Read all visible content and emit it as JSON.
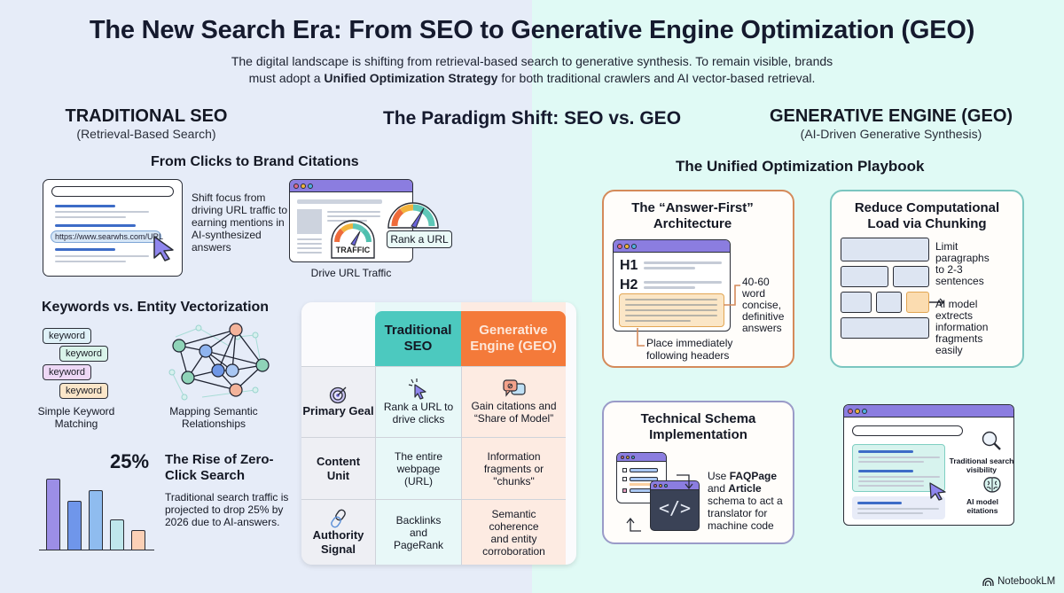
{
  "header": {
    "title": "The New Search Era: From SEO to Generative Engine Optimization (GEO)",
    "subtitle_part1": "The digital landscape is shifting from retrieval-based search to generative synthesis. To remain visible, brands must adopt a ",
    "subtitle_bold": "Unified Optimization Strategy",
    "subtitle_part2": " for both traditional crawlers and AI vector-based retrieval."
  },
  "colors": {
    "left_bg": "#e6ecf8",
    "right_bg": "#e0faf5",
    "teal": "#4cc9bf",
    "orange": "#f47a3a",
    "purple_bar": "#8b7de0",
    "dark_text": "#151a2e"
  },
  "left_column": {
    "heading": "TRADITIONAL SEO",
    "subheading": "(Retrieval-Based Search)"
  },
  "center_column": {
    "heading": "The Paradigm Shift: SEO vs. GEO"
  },
  "right_column": {
    "heading": "GENERATIVE ENGINE (GEO)",
    "subheading": "(AI-Driven Generative Synthesis)"
  },
  "clicks_section": {
    "title": "From Clicks to Brand Citations",
    "url_text": "https://www.searwhs.com/URL",
    "description": "Shift focus from driving URL traffic to earning mentions in AI-synthesized answers",
    "gauge_label": "TRAFFIC",
    "rank_label": "Rank a URL",
    "caption": "Drive URL Traffic"
  },
  "keywords_section": {
    "title": "Keywords vs. Entity Vectorization",
    "keywords": [
      "keyword",
      "keyword",
      "keyword",
      "keyword"
    ],
    "left_caption": "Simple Keyword Matching",
    "right_caption": "Mapping Semantic Relationships"
  },
  "zero_click": {
    "stat": "25%",
    "title": "The Rise of Zero-Click Search",
    "description": "Traditional search traffic is projected to drop 25% by 2026 due to AI-answers."
  },
  "comparison_table": {
    "columns": [
      "Traditional SEO",
      "Generative Engine (GEO)"
    ],
    "rows": [
      {
        "label": "Primary Geal",
        "icon": "target-icon",
        "seo": "Rank a URL to drive clicks",
        "geo": "Gain citations and “Share of Model”"
      },
      {
        "label": "Content Unit",
        "icon": "",
        "seo": "The entire webpage (URL)",
        "geo": "Information fragments or \"chunks\""
      },
      {
        "label": "Authority Signal",
        "icon": "link-icon",
        "seo": "Backlinks and PageRank",
        "geo": "Semantic coherence and entity corroboration"
      }
    ]
  },
  "playbook": {
    "title": "The Unified Optimization Playbook",
    "answer_first": {
      "title": "The “Answer-First” Architecture",
      "h1": "H1",
      "h2": "H2",
      "callout_right": "40-60 word concise, definitive answers",
      "callout_bottom": "Place immediately following headers"
    },
    "chunking": {
      "title": "Reduce Computational Load via Chunking",
      "note1": "Limit paragraphs to 2-3 sentences",
      "note2": "AI model extrects information fragments easily"
    },
    "schema": {
      "title": "Technical Schema Implementation",
      "text_pre": "Use ",
      "bold1": "FAQPage",
      "text_mid": " and ",
      "bold2": "Article",
      "text_post": " schema to act a translator for machine code",
      "code_glyph": "</>"
    },
    "dual": {
      "label1": "Traditional search visibility",
      "label2": "AI model eitations"
    }
  },
  "footer": {
    "brand": "NotebookLM"
  }
}
